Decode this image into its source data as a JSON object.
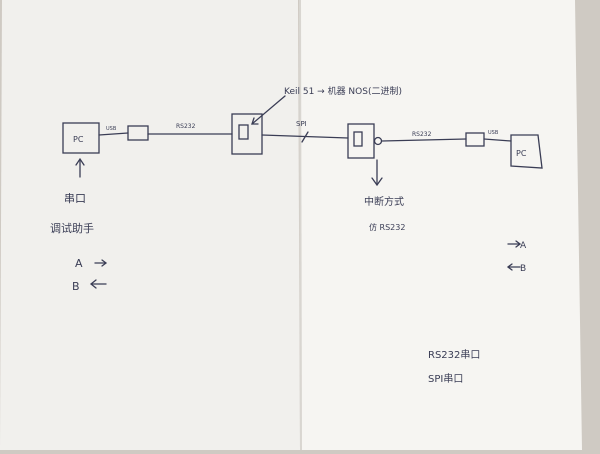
{
  "diagram": {
    "devices": {
      "pc_left": "PC",
      "pc_right": "PC"
    },
    "links": {
      "usb_left": "USB",
      "rs232_left": "RS232",
      "spi": "SPI",
      "rs232_right": "RS232",
      "usb_right": "USB"
    },
    "annotations": {
      "top_note": "Keil 51 → 机器 NOS(二进制)",
      "interrupt_note": "中断方式",
      "interrupt_sub": "仿 RS232",
      "left_serial": "串口",
      "left_debug": "调试助手",
      "left_a": "A",
      "left_b": "B",
      "right_a": "A",
      "right_b": "B",
      "legend_rs232": "RS232串口",
      "legend_spi": "SPI串口"
    }
  },
  "colors": {
    "paper": "#f5f4f1",
    "ink": "#3a3d55",
    "background": "#cfcac3"
  }
}
